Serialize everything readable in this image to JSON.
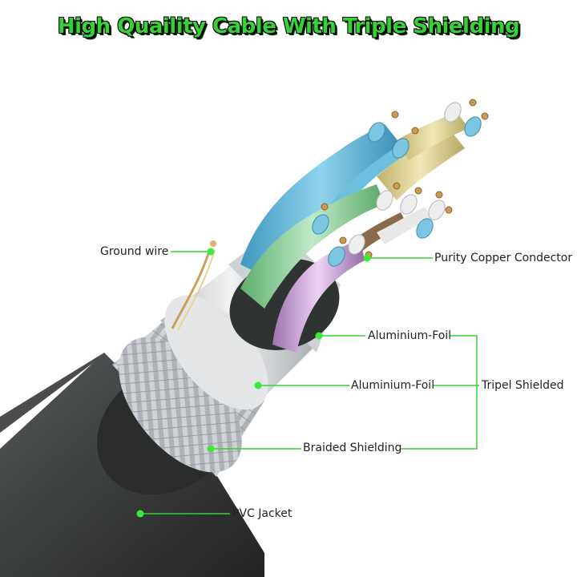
{
  "title": "High Quaility Cable With Triple Shielding",
  "colors": {
    "accent_green": "#35d135",
    "jacket": "#3a3d3c",
    "braid": "#c9ccd0",
    "foil": "#d8dbde",
    "pair_blue": "#5fb3d3",
    "pair_yellow": "#d9cf8a",
    "pair_green": "#8fd19a",
    "pair_pink": "#c79fd2",
    "pair_brown": "#8a6a4a",
    "copper": "#c99a55"
  },
  "labels": {
    "ground_wire": "Ground wire",
    "purity_copper": "Purity Copper Condector",
    "aluminium_foil_inner": "Aluminium-Foil",
    "aluminium_foil_outer": "Aluminium-Foil",
    "tripel_shielded": "Tripel Shielded",
    "braided_shielding": "Braided Shielding",
    "pvc_jacket": "PVC Jacket"
  }
}
